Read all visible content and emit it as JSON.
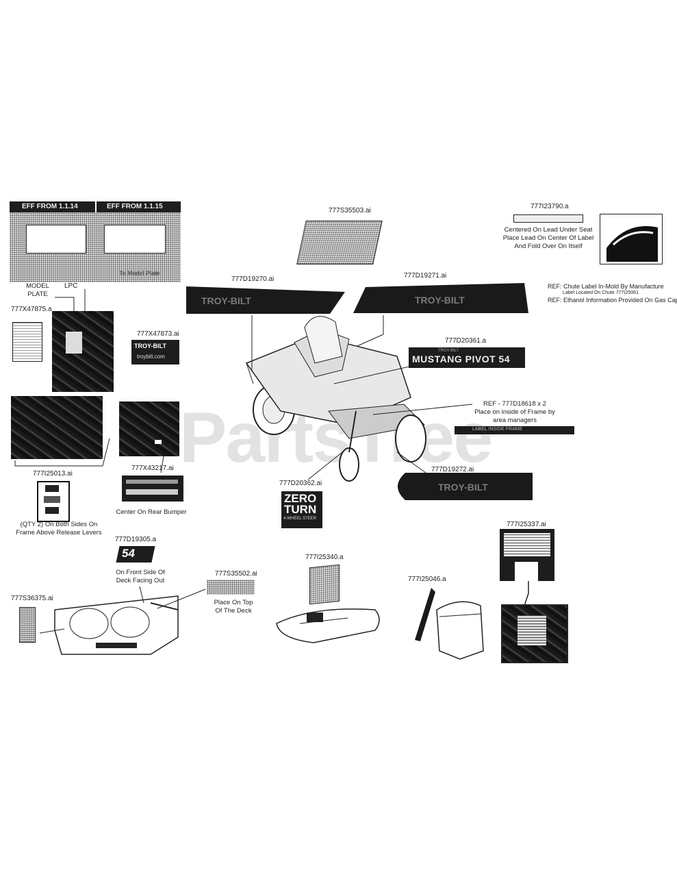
{
  "eff_panel": {
    "header_left": "EFF FROM 1.1.14",
    "header_right": "EFF FROM 1.1.15",
    "footer": "To Model Plate"
  },
  "parts": {
    "p1": "777S35503.ai",
    "p2": "777I23790.a",
    "p3": "777D19270.ai",
    "p4": "777D19271.ai",
    "p5": "777X47875.a",
    "p6": "777X47873.ai",
    "p7": "777D20361.a",
    "p8": "777I25013.ai",
    "p9": "777X43217.ai",
    "p10": "777D20362.ai",
    "p11": "777D19272.ai",
    "p12": "777D19305.a",
    "p13": "777S35502.ai",
    "p14": "777S36375.ai",
    "p15": "777I25340.a",
    "p16": "777I25046.a",
    "p17": "777I25337.ai"
  },
  "callouts": {
    "model_plate": "MODEL\nPLATE",
    "lpc": "LPC",
    "lead_note": "Centered On Lead Under Seat\nPlace Lead On Center Of Label\nAnd Fold Over On Itself",
    "ref_chute": "REF: Chute Label In-Mold By Manufacture",
    "ref_chute_sub": "Label Located On Chute 777I25061",
    "ref_ethanol": "REF: Ethanol Information Provided On Gas Cap",
    "ref_frame": "REF - 777D18618 x 2\nPlace on inside of Frame by\narea managers",
    "rear_bumper": "Center On Rear Bumper",
    "release_levers": "(QTY 2) On Both Sides On\nFrame Above Release Levers",
    "front_deck": "On Front Side Of\nDeck Facing Out",
    "top_deck": "Place On Top\nOf The Deck"
  },
  "decals": {
    "mustang": "MUSTANG PIVOT 54",
    "mustang_small": "TROY-BILT",
    "zero": "ZERO",
    "turn": "TURN",
    "wheel_steer": "4-WHEEL STEER",
    "troybilt": "TROY-BILT",
    "troybilt_url": "troybilt.com",
    "deck54": "54",
    "frame_strip": "LABEL INSIDE FRAME"
  },
  "watermark": {
    "text_a": "Parts",
    "text_b": "Tree"
  }
}
